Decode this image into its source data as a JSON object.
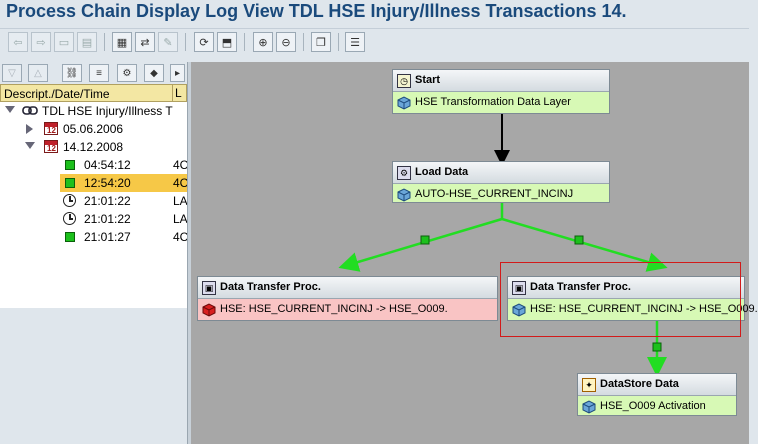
{
  "window": {
    "title": "Process Chain Display Log View TDL HSE Injury/Illness Transactions 14."
  },
  "toolbar": {
    "buttons": [
      {
        "name": "back-button",
        "glyph": "⇦"
      },
      {
        "name": "forward-button",
        "glyph": "⇨"
      },
      {
        "name": "toolbar-button-3",
        "glyph": "▭"
      },
      {
        "name": "toolbar-button-4",
        "glyph": "▤"
      },
      {
        "name": "toolbar-button-5",
        "glyph": "▦"
      },
      {
        "name": "toolbar-button-6",
        "glyph": "⇄"
      },
      {
        "name": "toolbar-button-7",
        "glyph": "✎"
      },
      {
        "name": "refresh-button",
        "glyph": "⟳"
      },
      {
        "name": "toolbar-button-9",
        "glyph": "⬒"
      },
      {
        "name": "zoom-in-button",
        "glyph": "⊕"
      },
      {
        "name": "zoom-out-button",
        "glyph": "⊖"
      },
      {
        "name": "toolbar-button-12",
        "glyph": "❐"
      },
      {
        "name": "toolbar-button-13",
        "glyph": "☰"
      }
    ]
  },
  "left_panel": {
    "buttons": [
      {
        "name": "filter-button",
        "glyph": "▽"
      },
      {
        "name": "up-button",
        "glyph": "△"
      },
      {
        "name": "link-button",
        "glyph": "⛓"
      },
      {
        "name": "sort-button",
        "glyph": "≡"
      },
      {
        "name": "settings-button",
        "glyph": "⚙"
      },
      {
        "name": "folder-button",
        "glyph": "◆"
      },
      {
        "name": "more-button",
        "glyph": "▸"
      }
    ],
    "columns": {
      "descr": "Descript./Date/Time",
      "col2": "L"
    },
    "tree": [
      {
        "label": "TDL HSE Injury/Illness T",
        "col2": "",
        "type": "chain",
        "level": 0,
        "state": "down"
      },
      {
        "label": "05.06.2006",
        "col2": "",
        "type": "date",
        "level": 1,
        "state": "right"
      },
      {
        "label": "14.12.2008",
        "col2": "",
        "type": "date",
        "level": 1,
        "state": "down"
      },
      {
        "label": "04:54:12",
        "col2": "4C",
        "type": "green",
        "level": 2
      },
      {
        "label": "12:54:20",
        "col2": "4C",
        "type": "green",
        "level": 2,
        "selected": true
      },
      {
        "label": "21:01:22",
        "col2": "LA",
        "type": "clock",
        "level": 2
      },
      {
        "label": "21:01:22",
        "col2": "LA",
        "type": "clock",
        "level": 2
      },
      {
        "label": "21:01:27",
        "col2": "4C",
        "type": "green",
        "level": 2
      }
    ]
  },
  "nodes": {
    "start": {
      "title": "Start",
      "text": "HSE Transformation Data Layer",
      "status": "green"
    },
    "load": {
      "title": "Load Data",
      "text": "AUTO-HSE_CURRENT_INCINJ",
      "status": "green"
    },
    "dtp1": {
      "title": "Data Transfer Proc.",
      "text": "HSE: HSE_CURRENT_INCINJ -> HSE_O009.",
      "status": "red"
    },
    "dtp2": {
      "title": "Data Transfer Proc.",
      "text": "HSE: HSE_CURRENT_INCINJ -> HSE_O009.",
      "status": "green"
    },
    "dso": {
      "title": "DataStore Data",
      "text": "HSE_O009 Activation",
      "status": "green"
    }
  },
  "colors": {
    "green_body": "#d7f9b5",
    "red_body": "#f9c4c4",
    "selected_row": "#f6c847",
    "link_green": "#22dd22"
  }
}
